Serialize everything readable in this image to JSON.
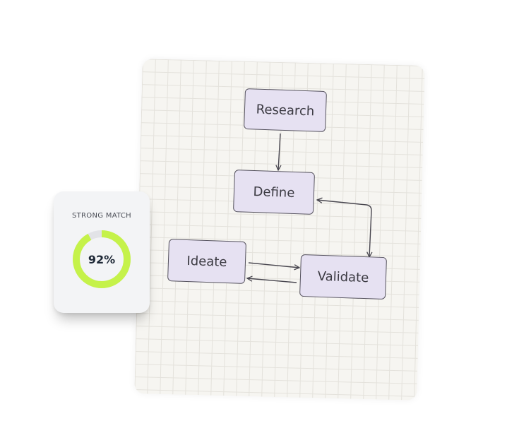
{
  "diagram": {
    "nodes": [
      {
        "id": "research",
        "label": "Research"
      },
      {
        "id": "define",
        "label": "Define"
      },
      {
        "id": "ideate",
        "label": "Ideate"
      },
      {
        "id": "validate",
        "label": "Validate"
      }
    ],
    "edges": [
      {
        "from": "research",
        "to": "define"
      },
      {
        "from": "validate",
        "to": "define"
      },
      {
        "from": "define",
        "to": "validate"
      },
      {
        "from": "ideate",
        "to": "validate"
      },
      {
        "from": "validate",
        "to": "ideate"
      }
    ]
  },
  "match_card": {
    "label": "STRONG MATCH",
    "value_text": "92%",
    "value": 92,
    "ring_color": "#c5f24a",
    "track_color": "#e2e3e7"
  }
}
